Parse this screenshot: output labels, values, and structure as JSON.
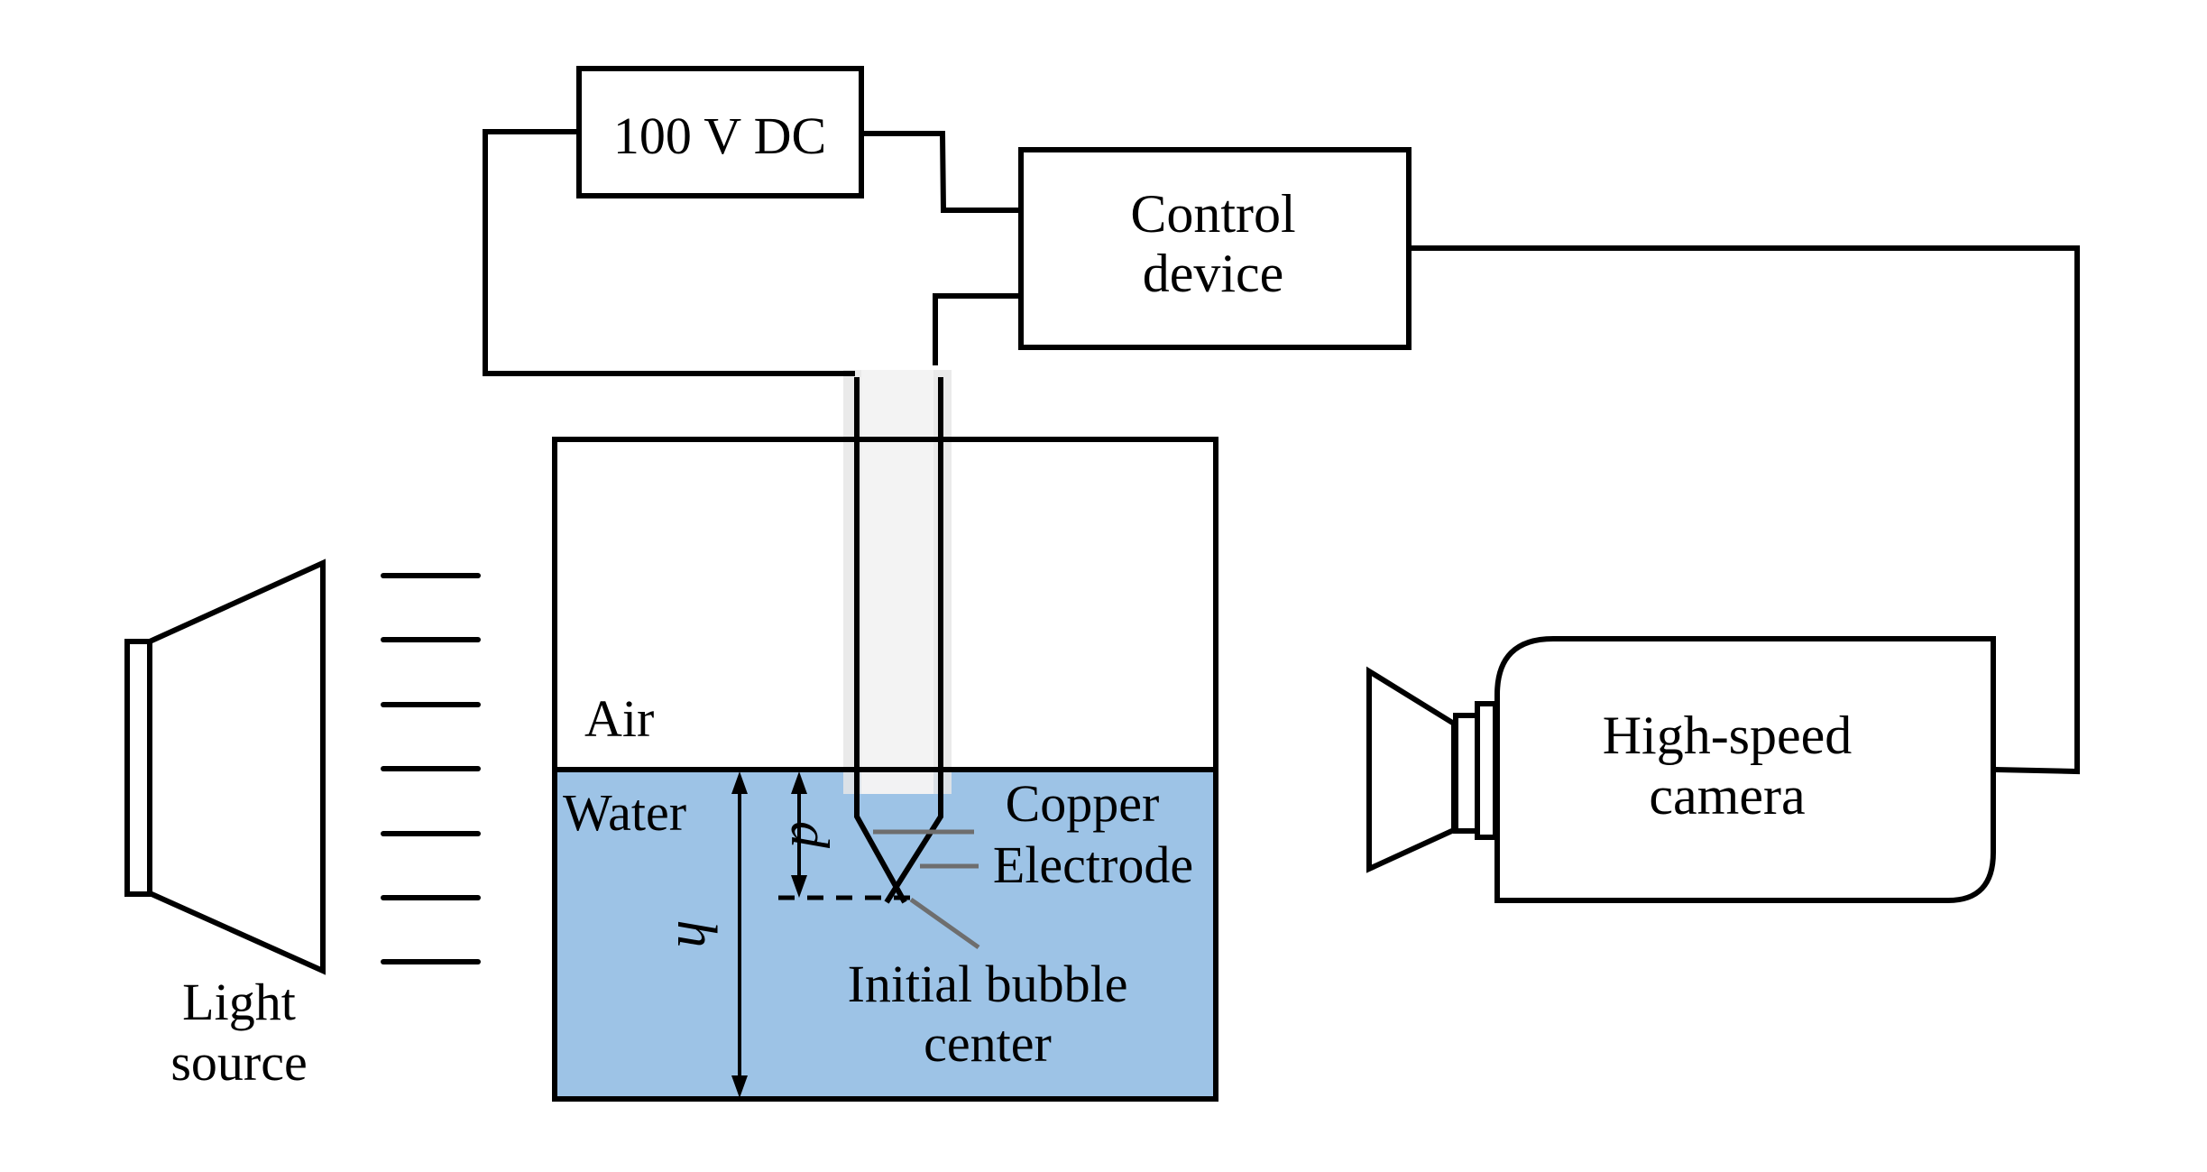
{
  "diagram": {
    "power_supply": {
      "label": "100 V DC"
    },
    "control_device": {
      "lines": [
        "Control",
        "device"
      ]
    },
    "camera": {
      "lines": [
        "High-speed",
        "camera"
      ]
    },
    "light_source": {
      "lines": [
        "Light",
        "source"
      ]
    },
    "tank": {
      "air_label": "Air",
      "water_label": "Water",
      "water_color": "#9DC3E6"
    },
    "electrode": {
      "lines": [
        "Copper",
        "Electrode"
      ]
    },
    "bubble": {
      "lines": [
        "Initial bubble",
        "center"
      ]
    },
    "dimensions": {
      "d_label": "d",
      "h_label": "h"
    }
  }
}
